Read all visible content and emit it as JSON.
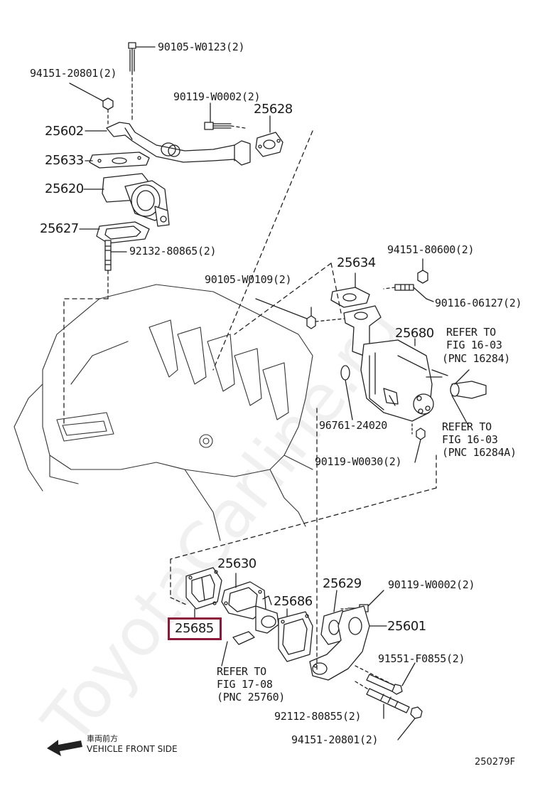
{
  "diagram": {
    "labels": {
      "l1": "90105-W0123(2)",
      "l2": "94151-20801(2)",
      "l3": "90119-W0002(2)",
      "l4": "25628",
      "l5": "25602",
      "l6": "25633",
      "l7": "25620",
      "l8": "25627",
      "l9": "92132-80865(2)",
      "l10": "94151-80600(2)",
      "l11": "25634",
      "l12": "90105-W0109(2)",
      "l13": "90116-06127(2)",
      "l14": "25680",
      "l15": "96761-24020",
      "l16": "90119-W0030(2)",
      "l17": "25630",
      "l18": "25629",
      "l19": "90119-W0002(2)",
      "l20": "25686",
      "l21": "25601",
      "l22": "25685",
      "l23": "91551-F0855(2)",
      "l24": "92112-80855(2)",
      "l25": "94151-20801(2)"
    },
    "refer1": [
      "REFER TO",
      "FIG 16-03",
      "(PNC 16284)"
    ],
    "refer2": [
      "REFER TO",
      "FIG 16-03",
      "(PNC 16284A)"
    ],
    "refer3": [
      "REFER TO",
      "FIG 17-08",
      "(PNC 25760)"
    ],
    "highlight_color": "#8b1a3a"
  },
  "footer": {
    "front_jp": "車両前方",
    "front_en": "VEHICLE FRONT SIDE",
    "code": "250279F"
  },
  "watermark": "ToyotaCarline.ru"
}
